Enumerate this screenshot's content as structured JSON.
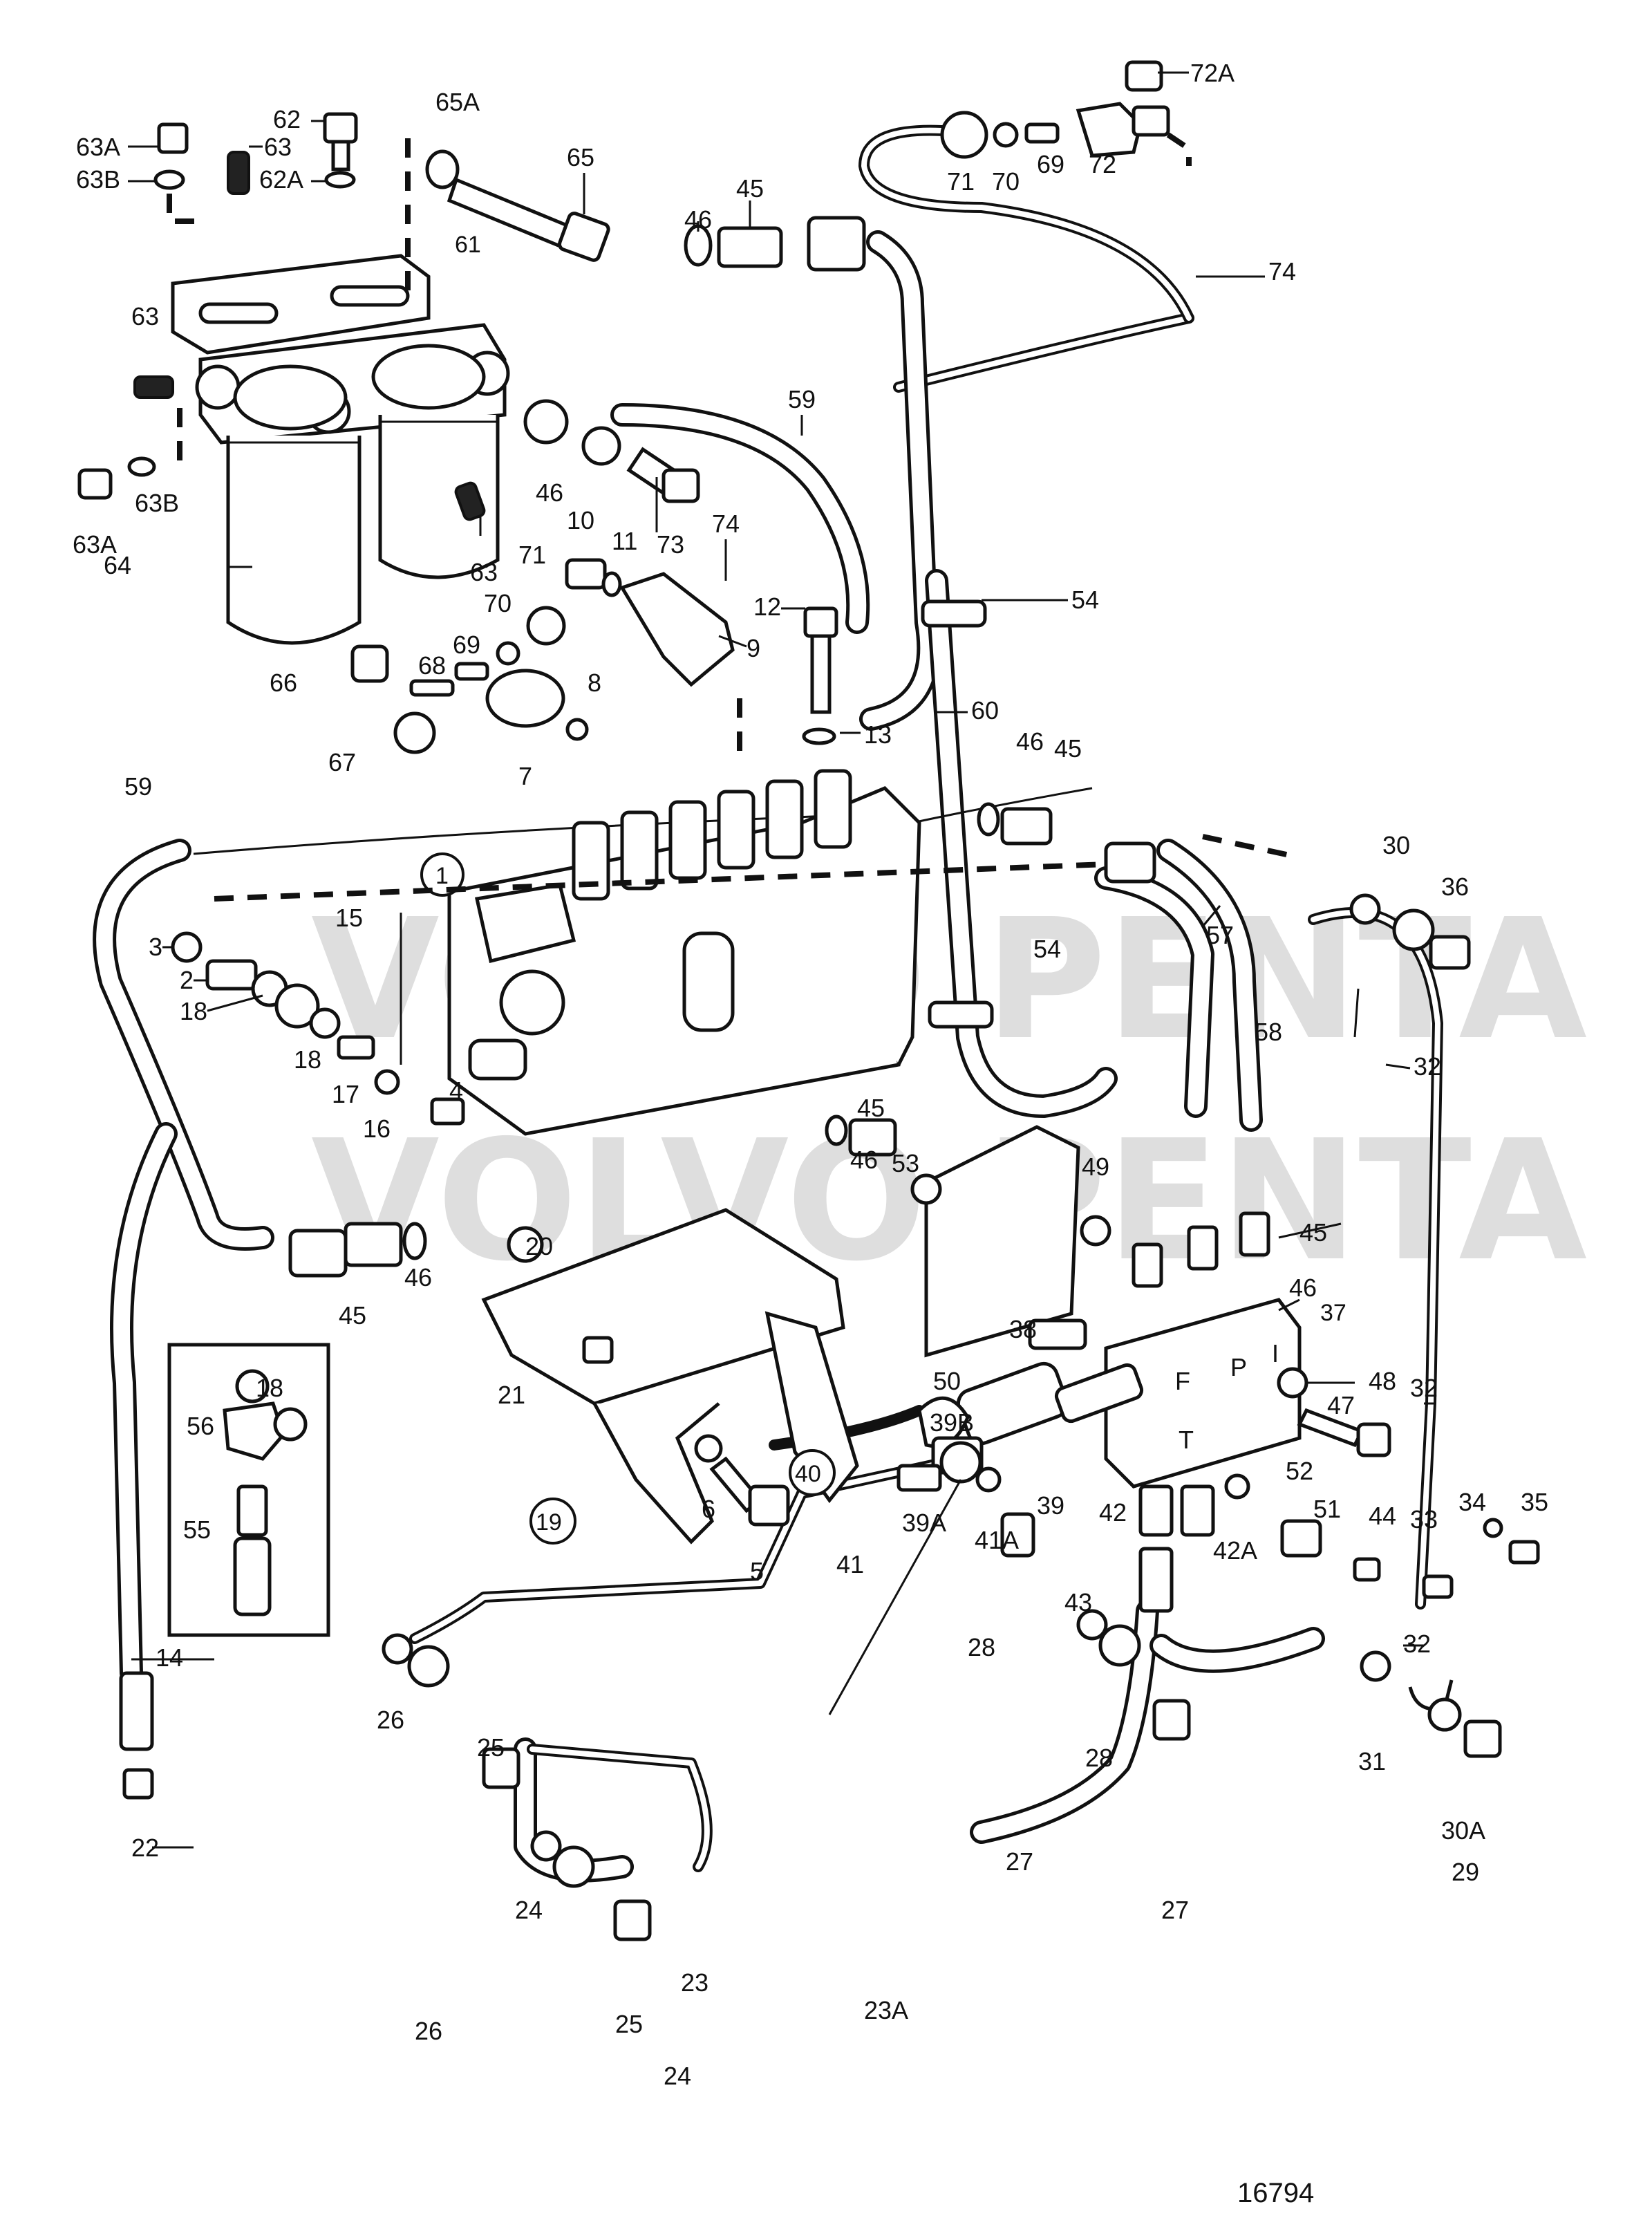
{
  "drawing_number": "16794",
  "callouts": {
    "p1": "1",
    "p2": "2",
    "p3": "3",
    "p4": "4",
    "p5": "5",
    "p6": "6",
    "p7": "7",
    "p8": "8",
    "p9": "9",
    "p10": "10",
    "p11": "11",
    "p12": "12",
    "p13": "13",
    "p14": "14",
    "p15": "15",
    "p16": "16",
    "p17": "17",
    "p18a": "18",
    "p18b": "18",
    "p18c": "18",
    "p19": "19",
    "p20": "20",
    "p21": "21",
    "p22": "22",
    "p23": "23",
    "p23A": "23A",
    "p24a": "24",
    "p24b": "24",
    "p25a": "25",
    "p25b": "25",
    "p26a": "26",
    "p26b": "26",
    "p27a": "27",
    "p27b": "27",
    "p28a": "28",
    "p28b": "28",
    "p29": "29",
    "p30": "30",
    "p30A": "30A",
    "p31": "31",
    "p32a": "32",
    "p32b": "32",
    "p32c": "32",
    "p33": "33",
    "p34": "34",
    "p35": "35",
    "p36": "36",
    "p37": "37",
    "p38": "38",
    "p39": "39",
    "p39A": "39A",
    "p39B": "39B",
    "p40": "40",
    "p41": "41",
    "p41A": "41A",
    "p42": "42",
    "p42A": "42A",
    "p43": "43",
    "p44": "44",
    "p45a": "45",
    "p45b": "45",
    "p45c": "45",
    "p45d": "45",
    "p45e": "45",
    "p46a": "46",
    "p46b": "46",
    "p46c": "46",
    "p46d": "46",
    "p46e": "46",
    "p46f": "46",
    "p47": "47",
    "p48": "48",
    "p49": "49",
    "p50": "50",
    "p51": "51",
    "p52": "52",
    "p53": "53",
    "p54a": "54",
    "p54b": "54",
    "p55": "55",
    "p56": "56",
    "p57": "57",
    "p58": "58",
    "p59a": "59",
    "p59b": "59",
    "p60": "60",
    "p61": "61",
    "p62": "62",
    "p62A": "62A",
    "p63a": "63",
    "p63b": "63",
    "p63c": "63",
    "p63A_a": "63A",
    "p63A_b": "63A",
    "p63B_a": "63B",
    "p63B_b": "63B",
    "p64": "64",
    "p65": "65",
    "p65A": "65A",
    "p66": "66",
    "p67": "67",
    "p68": "68",
    "p69a": "69",
    "p69b": "69",
    "p70a": "70",
    "p70b": "70",
    "p71a": "71",
    "p71b": "71",
    "p72": "72",
    "p72A": "72A",
    "p73": "73",
    "p74a": "74",
    "p74b": "74"
  },
  "block_port_letters": {
    "f": "F",
    "p": "P",
    "i": "I",
    "t": "T"
  },
  "watermark": {
    "line1": "VOLVO PENTA",
    "line2": "VOLVO PENTA"
  }
}
